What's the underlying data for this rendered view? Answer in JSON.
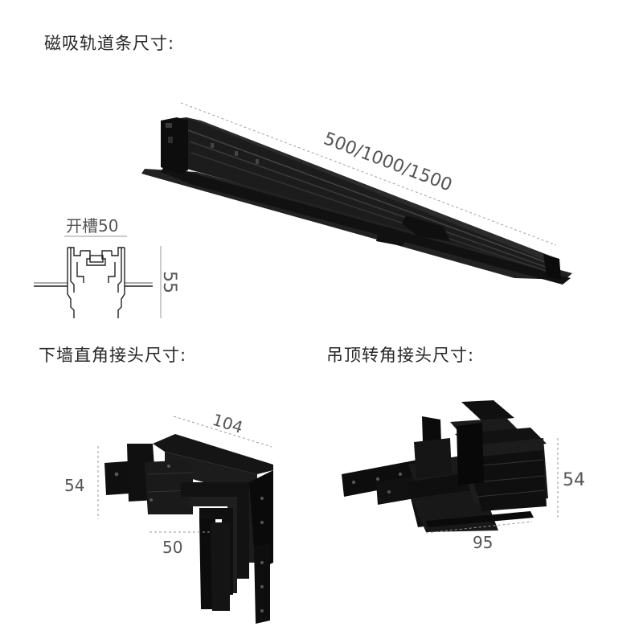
{
  "sections": {
    "track": {
      "title": "磁吸轨道条尺寸:",
      "length_label": "500/1000/1500",
      "cross_section": {
        "slot_label": "开槽50",
        "height_label": "55"
      }
    },
    "wall_corner": {
      "title": "下墙直角接头尺寸:",
      "top_label": "104",
      "height_label": "54",
      "width_label": "50"
    },
    "ceiling_corner": {
      "title": "吊顶转角接头尺寸:",
      "height_label": "54",
      "width_label": "95"
    }
  },
  "colors": {
    "product": "#1a1a1a",
    "product_edge": "#333333",
    "dimension_line": "#9a9a9a",
    "text": "#262626"
  }
}
